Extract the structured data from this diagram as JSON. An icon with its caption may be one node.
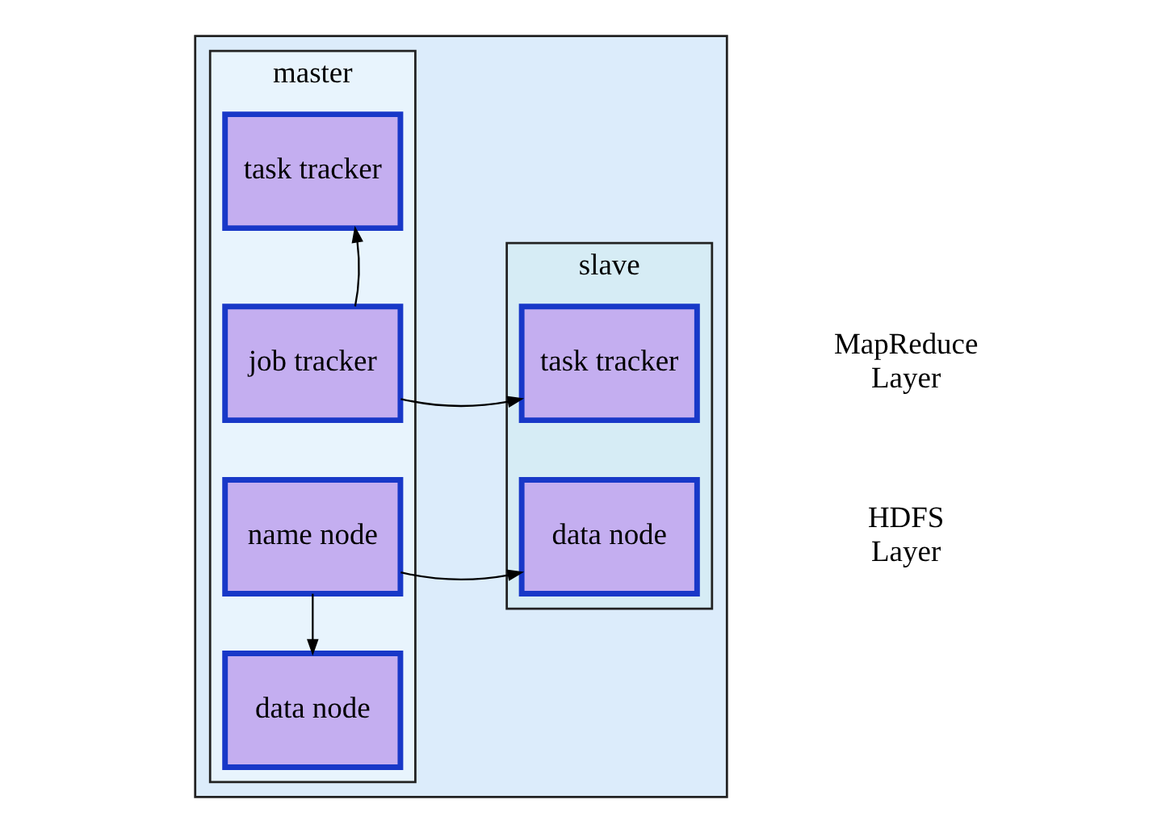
{
  "diagram": {
    "nodes": [
      {
        "text": [],
        "shape": "box"
      },
      {
        "text": [
          "master"
        ],
        "in": 0
      },
      {
        "text": [
          "task tracker"
        ],
        "in": 1
      },
      {
        "text": [
          "job tracker"
        ],
        "in": 1
      },
      {
        "text": [
          "name node"
        ],
        "in": 1
      },
      {
        "text": [
          "data node"
        ],
        "in": 1
      },
      {
        "text": [
          "slave"
        ],
        "in": 0
      },
      {
        "text": [
          "task tracker"
        ],
        "in": 6
      },
      {
        "text": [
          "data node"
        ],
        "in": 6
      }
    ],
    "edges": [
      {
        "from": 3,
        "to": 2,
        "arrow": "to"
      },
      {
        "from": 3,
        "to": 7,
        "arrow": "to"
      },
      {
        "from": 4,
        "to": 5,
        "arrow": "to"
      },
      {
        "from": 4,
        "to": 8,
        "arrow": "to"
      }
    ],
    "labels": [
      "MapReduce Layer",
      "HDFS Layer"
    ]
  }
}
